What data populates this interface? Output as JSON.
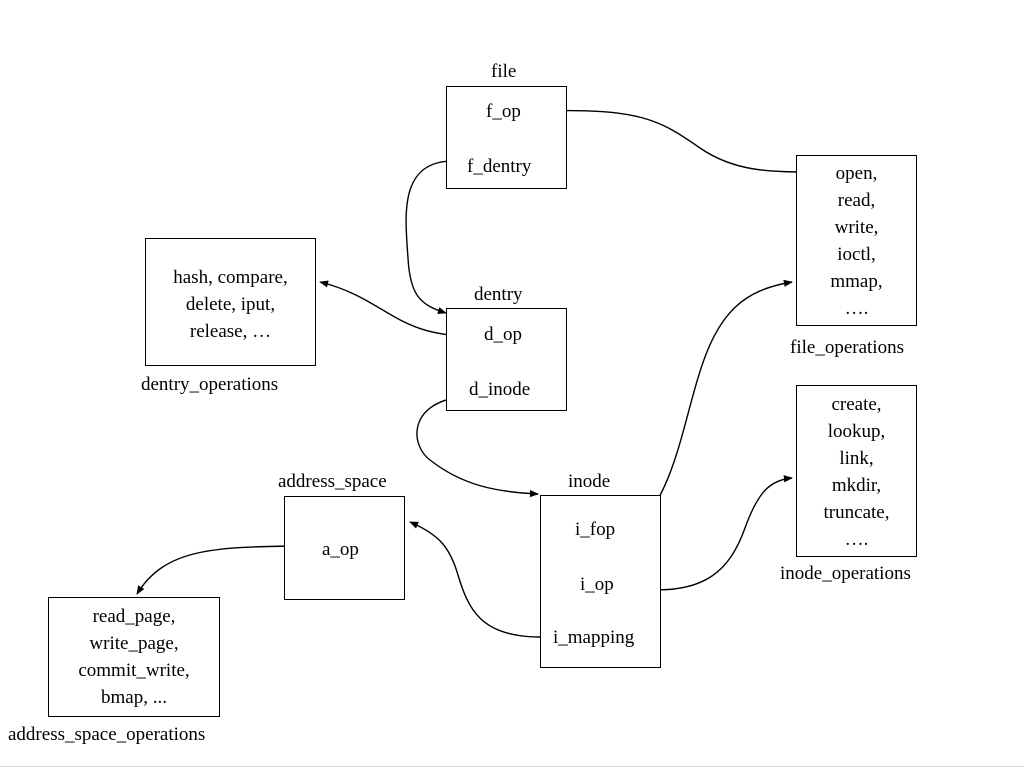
{
  "nodes": {
    "file": {
      "title": "file",
      "fields": [
        "f_op",
        "f_dentry"
      ]
    },
    "dentry": {
      "title": "dentry",
      "fields": [
        "d_op",
        "d_inode"
      ]
    },
    "inode": {
      "title": "inode",
      "fields": [
        "i_fop",
        "i_op",
        "i_mapping"
      ]
    },
    "address_space": {
      "title": "address_space",
      "fields": [
        "a_op"
      ]
    },
    "file_operations": {
      "caption": "file_operations",
      "lines": [
        "open,",
        "read,",
        "write,",
        "ioctl,",
        "mmap,",
        "…."
      ]
    },
    "inode_operations": {
      "caption": "inode_operations",
      "lines": [
        "create,",
        "lookup,",
        "link,",
        "mkdir,",
        "truncate,",
        "…."
      ]
    },
    "dentry_operations": {
      "caption": "dentry_operations",
      "lines": [
        "hash, compare,",
        "delete, iput,",
        "release, …"
      ]
    },
    "address_space_operations": {
      "caption": "address_space_operations",
      "lines": [
        "read_page,",
        "write_page,",
        "commit_write,",
        "bmap, ..."
      ]
    }
  },
  "edges": [
    {
      "from": "file.f_op",
      "to": "file_operations"
    },
    {
      "from": "file.f_dentry",
      "to": "dentry"
    },
    {
      "from": "dentry.d_op",
      "to": "dentry_operations"
    },
    {
      "from": "dentry.d_inode",
      "to": "inode"
    },
    {
      "from": "inode.i_fop",
      "to": "file_operations"
    },
    {
      "from": "inode.i_op",
      "to": "inode_operations"
    },
    {
      "from": "inode.i_mapping",
      "to": "address_space"
    },
    {
      "from": "address_space.a_op",
      "to": "address_space_operations"
    }
  ]
}
